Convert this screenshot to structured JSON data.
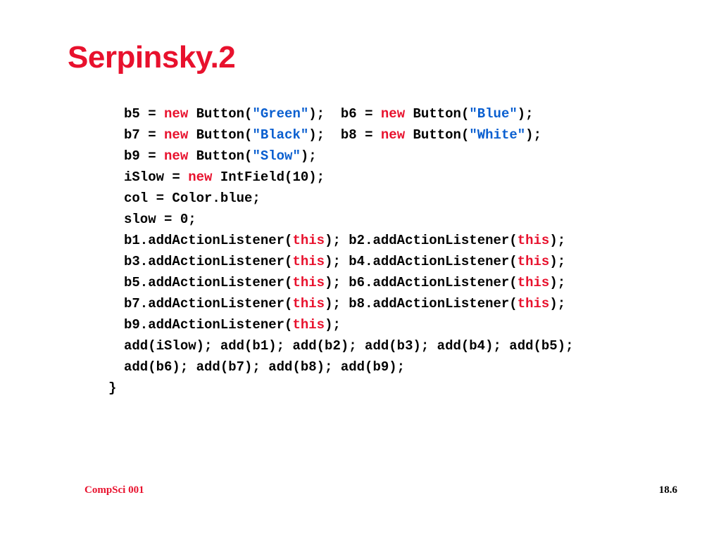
{
  "slide": {
    "title": "Serpinsky.2",
    "code_lines": [
      [
        {
          "text": "b5 = ",
          "kind": "plain"
        },
        {
          "text": "new",
          "kind": "keyword"
        },
        {
          "text": " Button(",
          "kind": "plain"
        },
        {
          "text": "\"Green\"",
          "kind": "string"
        },
        {
          "text": ");  b6 = ",
          "kind": "plain"
        },
        {
          "text": "new",
          "kind": "keyword"
        },
        {
          "text": " Button(",
          "kind": "plain"
        },
        {
          "text": "\"Blue\"",
          "kind": "string"
        },
        {
          "text": ");",
          "kind": "plain"
        }
      ],
      [
        {
          "text": "b7 = ",
          "kind": "plain"
        },
        {
          "text": "new",
          "kind": "keyword"
        },
        {
          "text": " Button(",
          "kind": "plain"
        },
        {
          "text": "\"Black\"",
          "kind": "string"
        },
        {
          "text": ");  b8 = ",
          "kind": "plain"
        },
        {
          "text": "new",
          "kind": "keyword"
        },
        {
          "text": " Button(",
          "kind": "plain"
        },
        {
          "text": "\"White\"",
          "kind": "string"
        },
        {
          "text": ");",
          "kind": "plain"
        }
      ],
      [
        {
          "text": "b9 = ",
          "kind": "plain"
        },
        {
          "text": "new",
          "kind": "keyword"
        },
        {
          "text": " Button(",
          "kind": "plain"
        },
        {
          "text": "\"Slow\"",
          "kind": "string"
        },
        {
          "text": ");",
          "kind": "plain"
        }
      ],
      [
        {
          "text": "iSlow = ",
          "kind": "plain"
        },
        {
          "text": "new",
          "kind": "keyword"
        },
        {
          "text": " IntField(10);",
          "kind": "plain"
        }
      ],
      [
        {
          "text": "col = Color.blue;",
          "kind": "plain"
        }
      ],
      [
        {
          "text": "slow = 0;",
          "kind": "plain"
        }
      ],
      [
        {
          "text": "b1.addActionListener(",
          "kind": "plain"
        },
        {
          "text": "this",
          "kind": "keyword"
        },
        {
          "text": "); b2.addActionListener(",
          "kind": "plain"
        },
        {
          "text": "this",
          "kind": "keyword"
        },
        {
          "text": ");",
          "kind": "plain"
        }
      ],
      [
        {
          "text": "b3.addActionListener(",
          "kind": "plain"
        },
        {
          "text": "this",
          "kind": "keyword"
        },
        {
          "text": "); b4.addActionListener(",
          "kind": "plain"
        },
        {
          "text": "this",
          "kind": "keyword"
        },
        {
          "text": ");",
          "kind": "plain"
        }
      ],
      [
        {
          "text": "b5.addActionListener(",
          "kind": "plain"
        },
        {
          "text": "this",
          "kind": "keyword"
        },
        {
          "text": "); b6.addActionListener(",
          "kind": "plain"
        },
        {
          "text": "this",
          "kind": "keyword"
        },
        {
          "text": ");",
          "kind": "plain"
        }
      ],
      [
        {
          "text": "b7.addActionListener(",
          "kind": "plain"
        },
        {
          "text": "this",
          "kind": "keyword"
        },
        {
          "text": "); b8.addActionListener(",
          "kind": "plain"
        },
        {
          "text": "this",
          "kind": "keyword"
        },
        {
          "text": ");",
          "kind": "plain"
        }
      ],
      [
        {
          "text": "b9.addActionListener(",
          "kind": "plain"
        },
        {
          "text": "this",
          "kind": "keyword"
        },
        {
          "text": ");",
          "kind": "plain"
        }
      ],
      [
        {
          "text": "add(iSlow); add(b1); add(b2); add(b3); add(b4); add(b5);",
          "kind": "plain"
        }
      ],
      [
        {
          "text": "add(b6); add(b7); add(b8); add(b9);",
          "kind": "plain"
        }
      ]
    ],
    "closing_brace": "}",
    "footer": {
      "course": "CompSci 001",
      "page_number": "18.6"
    }
  },
  "colors": {
    "title": "#e8112d",
    "keyword": "#e8112d",
    "string": "#0a5fd0",
    "plain": "#000000",
    "footer_course": "#e8112d",
    "footer_page": "#000000"
  }
}
